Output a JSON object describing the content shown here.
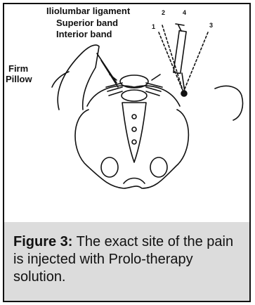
{
  "labels": {
    "ligament": "Iliolumbar ligament",
    "superior": "Superior band",
    "interior": "Interior band",
    "pillow_line1": "Firm",
    "pillow_line2": "Pillow",
    "position_1": "1",
    "position_2": "2",
    "position_3": "3",
    "position_4": "4"
  },
  "caption": {
    "figure_label": "Figure 3:",
    "text": "The exact site of the pain is injected with Prolo-therapy solution."
  }
}
